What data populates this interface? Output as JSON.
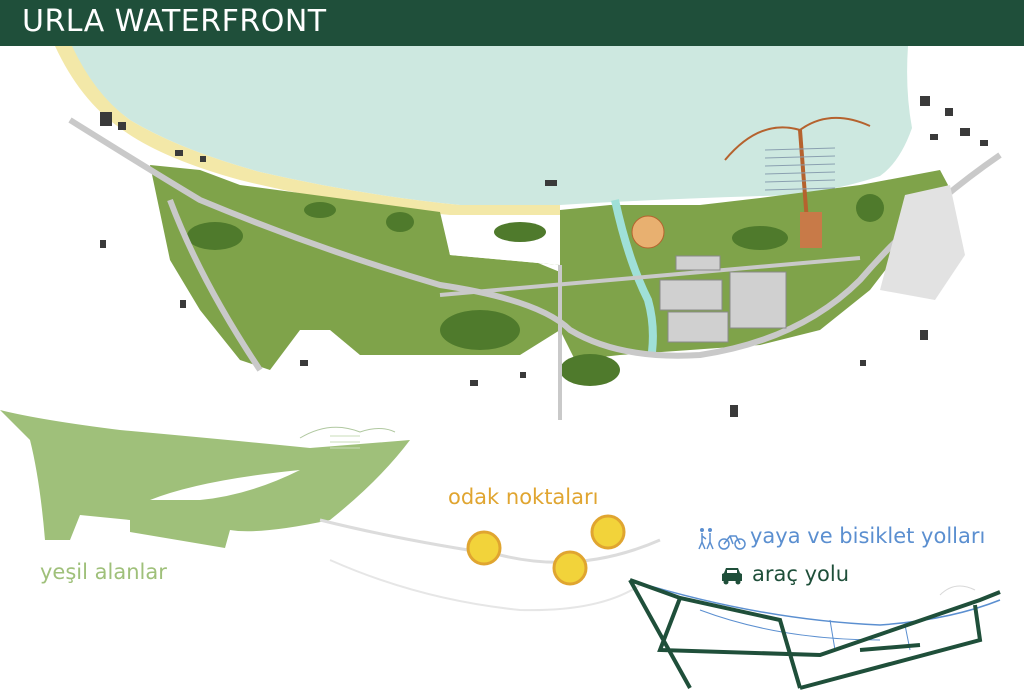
{
  "header": {
    "title": "URLA WATERFRONT",
    "bg": "#1f4f3a"
  },
  "legend": {
    "green_areas": {
      "label": "yeşil alanlar",
      "color": "#9fc07a"
    },
    "focal_points": {
      "label": "odak noktaları",
      "color": "#e0a530"
    },
    "pedestrian_bike": {
      "label": "yaya ve bisiklet yolları",
      "color": "#5b8fd0",
      "icon": "pedestrian-bicycle-icon"
    },
    "vehicle_road": {
      "label": "araç yolu",
      "color": "#1f4f3a",
      "icon": "car-icon"
    }
  },
  "colors": {
    "sea": "#cde8e0",
    "beach": "#f3e8a8",
    "park": "#7fa34a",
    "park_dark": "#4f7a2c",
    "road": "#c9c9c9",
    "building": "#3a3a3a",
    "river": "#9fe0d8",
    "pier": "#b5622e"
  }
}
